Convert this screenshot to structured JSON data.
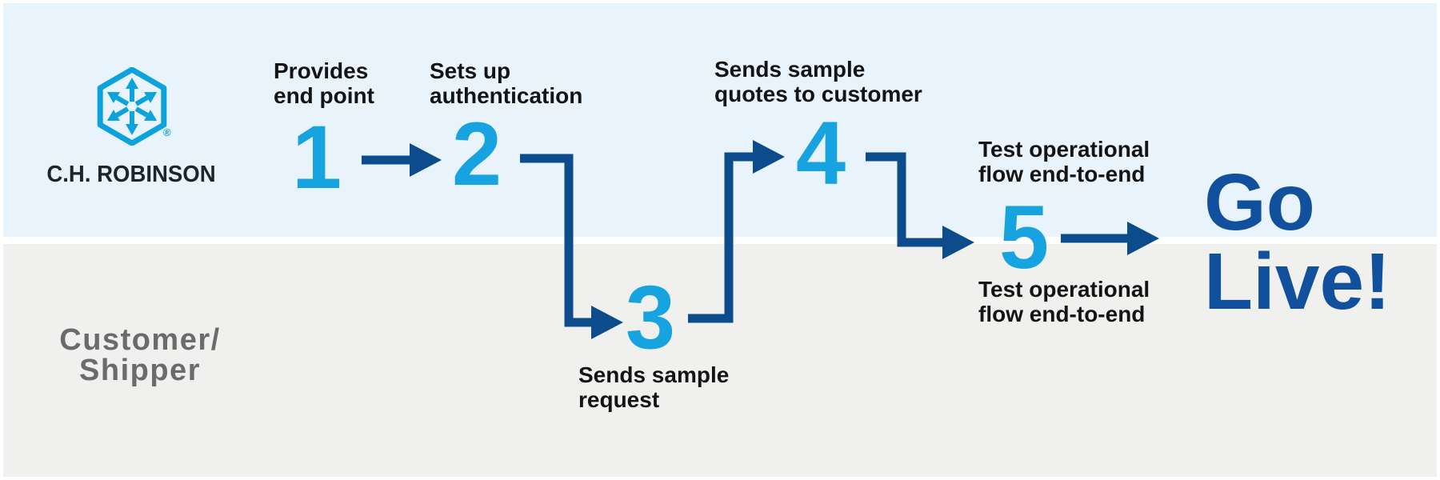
{
  "brand": {
    "wordmark": "C.H. ROBINSON",
    "registered_mark": "®"
  },
  "lanes": {
    "customer_label": "Customer/\nShipper"
  },
  "steps": [
    {
      "number": "1",
      "label": "Provides\nend point"
    },
    {
      "number": "2",
      "label": "Sets up\nauthentication"
    },
    {
      "number": "3",
      "label": "Sends sample\nrequest"
    },
    {
      "number": "4",
      "label": "Sends sample\nquotes to customer"
    },
    {
      "number": "5",
      "label_above": "Test operational\nflow end-to-end",
      "label_below": "Test operational\nflow end-to-end"
    }
  ],
  "outcome": {
    "label": "Go\nLive!"
  },
  "colors": {
    "lane_top_bg": "#e9f3fb",
    "lane_bottom_bg": "#f0f1ef",
    "divider": "#ffffff",
    "step_number_blue": "#17a3df",
    "arrow_navy": "#0c4b8c",
    "go_live_blue": "#10509d",
    "logo_blue": "#0ca2dc",
    "label_text": "#141414",
    "customer_text": "#6b6b6b"
  }
}
